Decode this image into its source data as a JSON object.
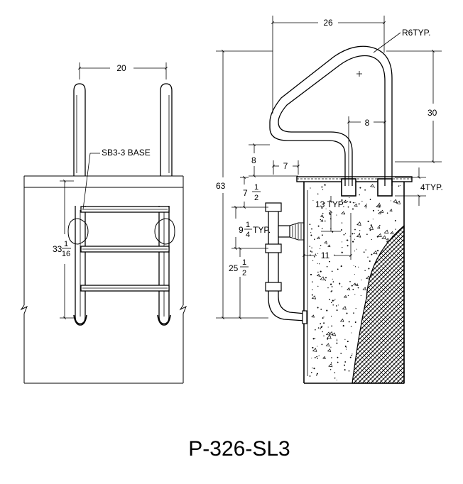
{
  "drawing_number": "P-326-SL3",
  "front_view": {
    "dim_width": "20",
    "base_label": "SB3-3 BASE",
    "dim_height": {
      "whole": "33",
      "num": "1",
      "den": "16"
    }
  },
  "side_view": {
    "dim_top_width": "26",
    "radius_note": "R6TYP.",
    "dim_rail_height": "30",
    "dim_socket_spacing": "8",
    "dim_overall_height": "63",
    "dim_rail_above_deck": "8",
    "dim_setback": "7",
    "dim_socket_depth": "4TYP.",
    "dim_step_top": {
      "whole": "7",
      "num": "1",
      "den": "2"
    },
    "dim_embed": "13 TYP.",
    "dim_bracket": {
      "whole": "9",
      "num": "1",
      "den": "4",
      "suffix": "TYP."
    },
    "dim_wall_offset": "11",
    "dim_lower": {
      "whole": "25",
      "num": "1",
      "den": "2"
    }
  },
  "colors": {
    "line": "#000000",
    "background": "#ffffff",
    "fill": "#000000"
  }
}
